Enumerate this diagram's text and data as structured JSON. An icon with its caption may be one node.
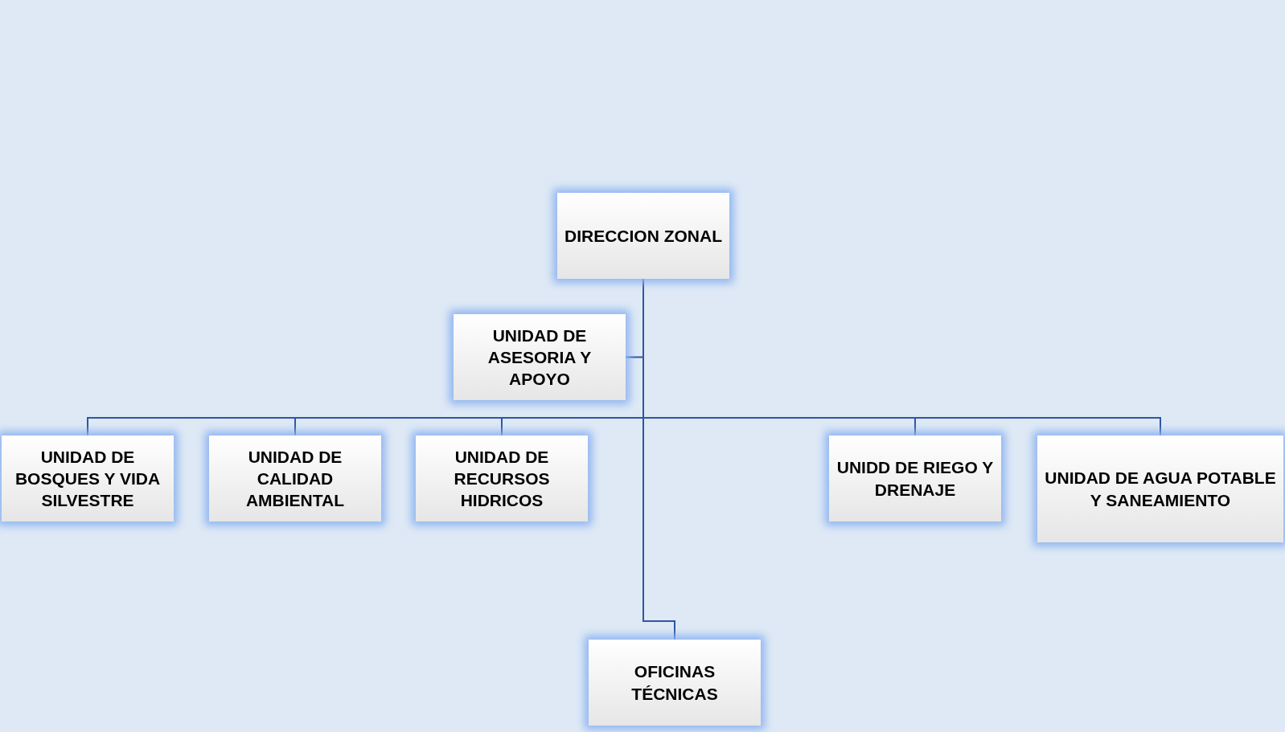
{
  "diagram": {
    "nodes": [
      {
        "text": [
          "DIRECCION ZONAL"
        ]
      },
      {
        "text": [
          "UNIDAD DE ASESORIA Y APOYO"
        ]
      },
      {
        "text": [
          "UNIDAD DE BOSQUES Y VIDA SILVESTRE"
        ]
      },
      {
        "text": [
          "UNIDAD DE CALIDAD AMBIENTAL"
        ]
      },
      {
        "text": [
          "UNIDAD DE RECURSOS HIDRICOS"
        ]
      },
      {
        "text": [
          "UNIDD DE RIEGO Y DRENAJE"
        ]
      },
      {
        "text": [
          "UNIDAD DE AGUA POTABLE Y SANEAMIENTO"
        ]
      },
      {
        "text": [
          "OFICINAS TÉCNICAS"
        ]
      }
    ],
    "edges": [
      {
        "from": 0,
        "to": 1,
        "arrow": "none"
      },
      {
        "from": 0,
        "to": 2,
        "arrow": "none"
      },
      {
        "from": 0,
        "to": 3,
        "arrow": "none"
      },
      {
        "from": 0,
        "to": 4,
        "arrow": "none"
      },
      {
        "from": 0,
        "to": 5,
        "arrow": "none"
      },
      {
        "from": 0,
        "to": 6,
        "arrow": "none"
      },
      {
        "from": 0,
        "to": 7,
        "arrow": "none"
      }
    ]
  }
}
